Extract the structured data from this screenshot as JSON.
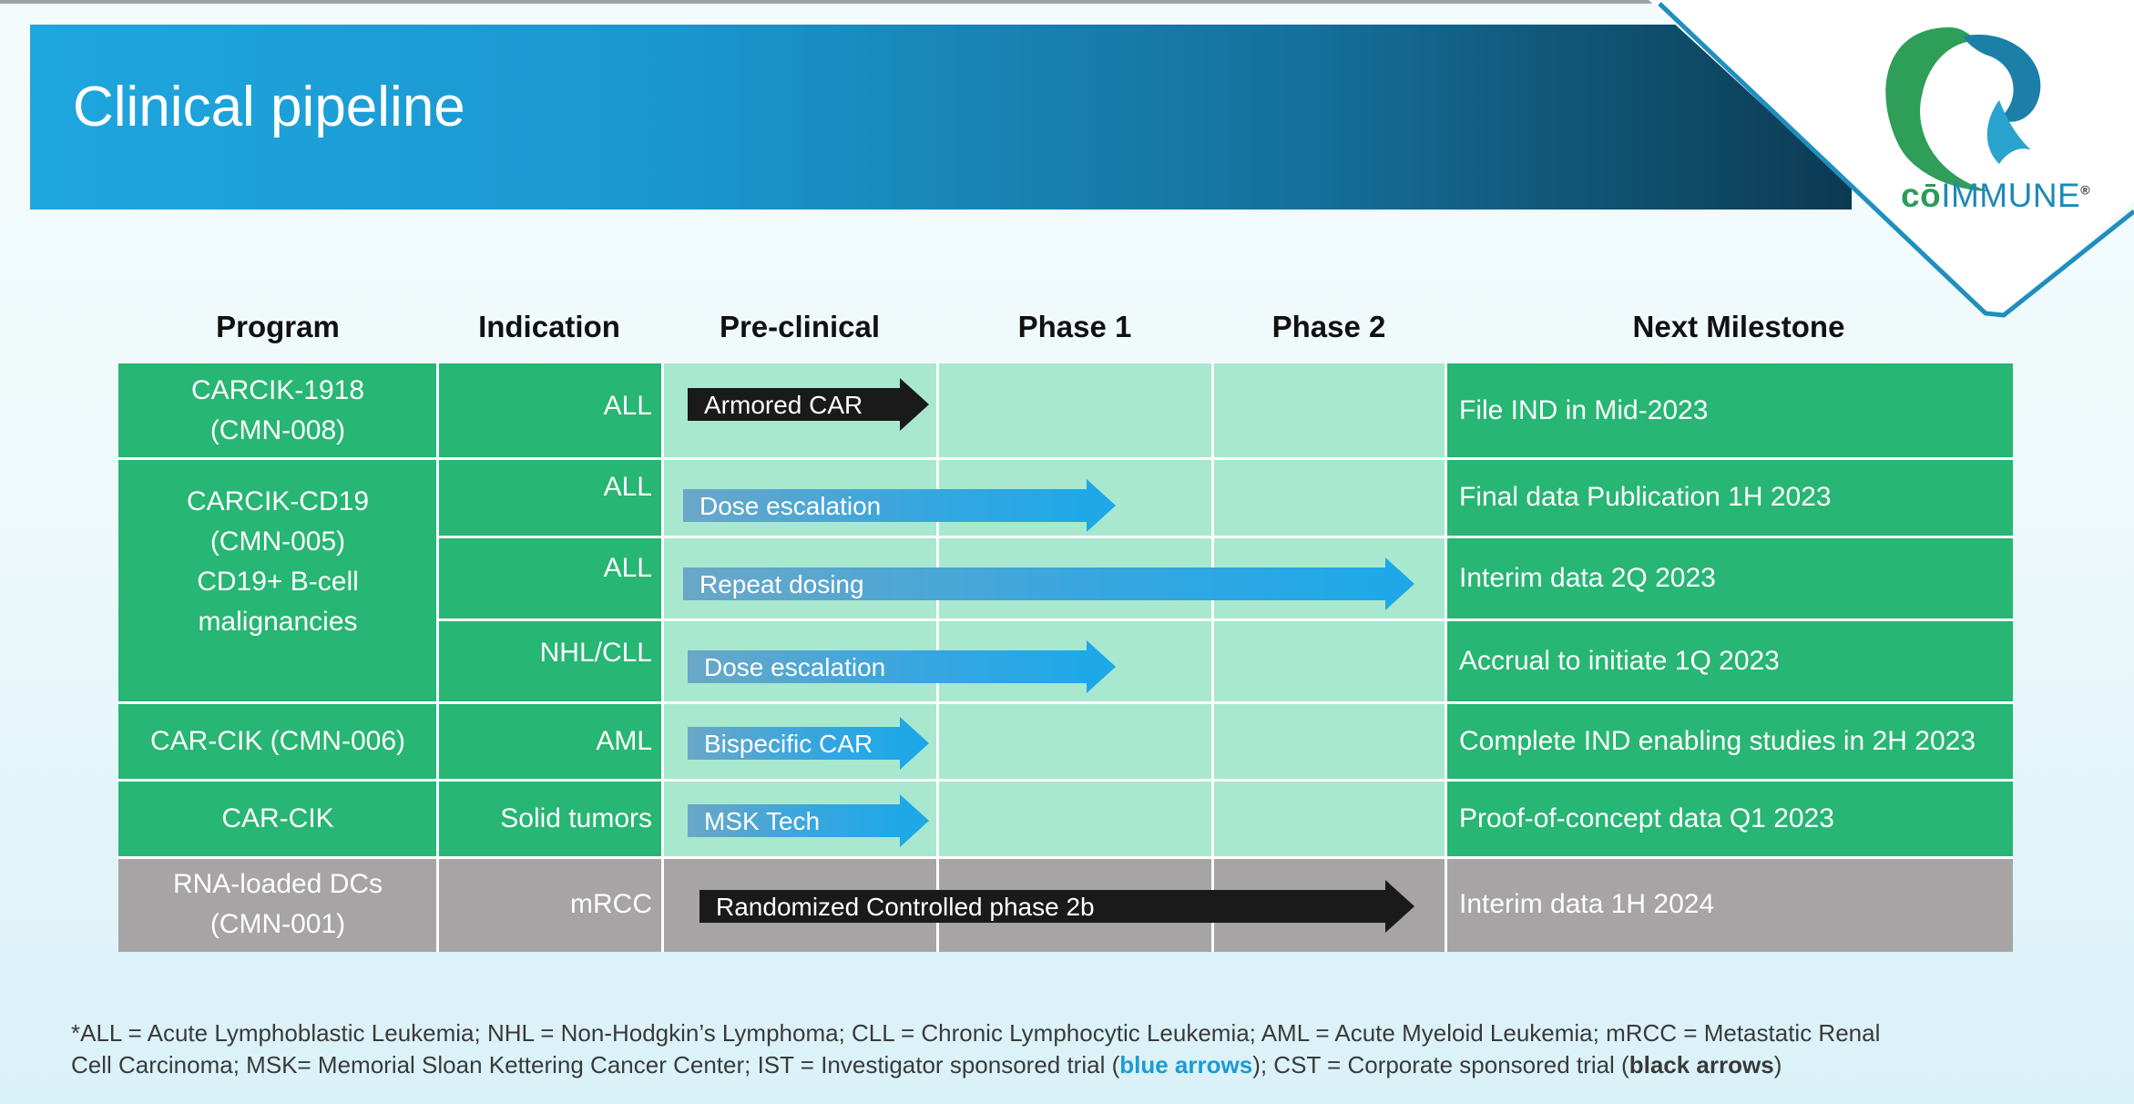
{
  "slide": {
    "title": "Clinical pipeline",
    "brand": {
      "co": "cō",
      "immune": "IMMUNE",
      "registered": "®"
    }
  },
  "table": {
    "headers": {
      "program": "Program",
      "indication": "Indication",
      "preclinical": "Pre-clinical",
      "phase1": "Phase 1",
      "phase2": "Phase 2",
      "milestone": "Next Milestone"
    },
    "programs": [
      {
        "lines": [
          "CARCIK-1918",
          "(CMN-008)"
        ]
      },
      {
        "lines": [
          "CARCIK-CD19",
          "(CMN-005)",
          "CD19+ B-cell",
          "malignancies"
        ]
      },
      {
        "lines": [
          "CAR-CIK (CMN-006)"
        ]
      },
      {
        "lines": [
          "CAR-CIK"
        ]
      },
      {
        "lines": [
          "RNA-loaded DCs",
          "(CMN-001)"
        ]
      }
    ],
    "rows": [
      {
        "indication": "ALL",
        "arrow": "Armored CAR",
        "arrow_type": "black",
        "reaches": "Pre-clinical",
        "milestone": "File IND in Mid-2023"
      },
      {
        "indication": "ALL",
        "arrow": "Dose escalation",
        "arrow_type": "blue",
        "reaches": "Phase 1",
        "milestone": "Final data Publication 1H 2023"
      },
      {
        "indication": "ALL",
        "arrow": "Repeat dosing",
        "arrow_type": "blue",
        "reaches": "Phase 2",
        "milestone": "Interim data 2Q 2023"
      },
      {
        "indication": "NHL/CLL",
        "arrow": "Dose escalation",
        "arrow_type": "blue",
        "reaches": "Phase 1",
        "milestone": "Accrual to initiate 1Q 2023"
      },
      {
        "indication": "AML",
        "arrow": "Bispecific CAR",
        "arrow_type": "blue",
        "reaches": "Pre-clinical",
        "milestone": "Complete IND enabling studies in 2H 2023"
      },
      {
        "indication": "Solid tumors",
        "arrow": "MSK Tech",
        "arrow_type": "blue",
        "reaches": "Pre-clinical",
        "milestone": "Proof-of-concept data Q1 2023"
      },
      {
        "indication": "mRCC",
        "arrow": "Randomized Controlled phase 2b",
        "arrow_type": "black",
        "reaches": "Phase 2",
        "milestone": "Interim data 1H 2024"
      }
    ]
  },
  "footnote": {
    "line1": "*ALL = Acute Lymphoblastic Leukemia; NHL = Non-Hodgkin’s Lymphoma; CLL = Chronic Lymphocytic Leukemia; AML = Acute Myeloid Leukemia; mRCC = Metastatic Renal",
    "line2_a": "Cell Carcinoma; MSK= Memorial Sloan Kettering Cancer Center; IST = Investigator sponsored trial (",
    "blue_arrows": "blue arrows",
    "line2_b": "); CST = Corporate sponsored trial (",
    "black_arrows": "black arrows",
    "line2_c": ")"
  },
  "colors": {
    "banner": "#1ea6df",
    "program_green": "#27b673",
    "phase_light": "#a8e8cf",
    "grey_row": "#a6a4a4",
    "blue_arrow": "#1ea8e8",
    "black_arrow": "#1a1a1a"
  }
}
